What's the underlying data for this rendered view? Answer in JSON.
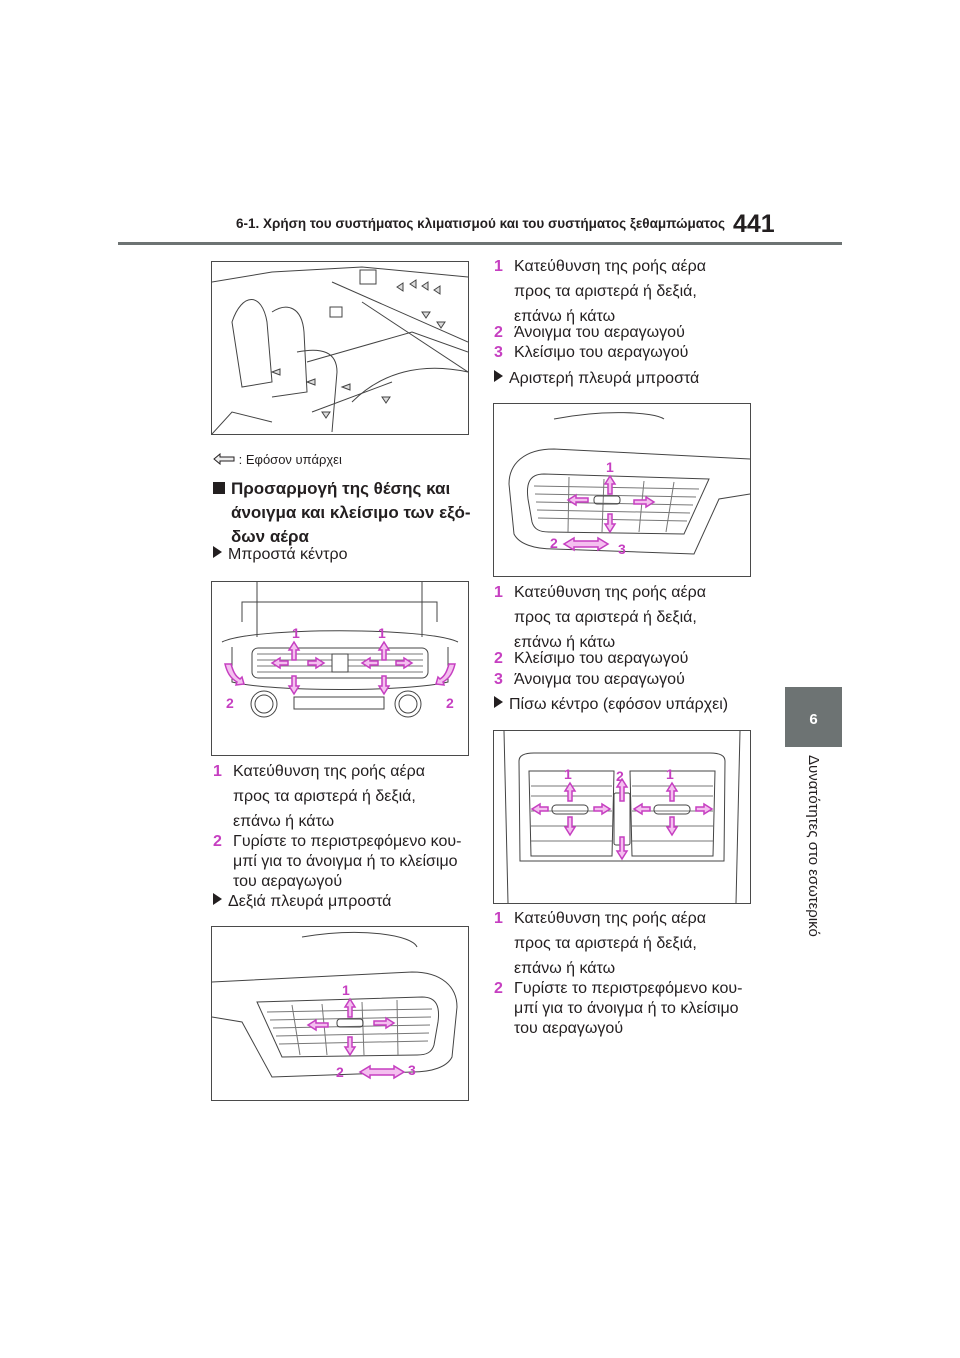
{
  "header": {
    "title": "6-1. Χρήση του συστήματος κλιματισμού και του συστήματος ξεθαμπώματος",
    "page_number": "441"
  },
  "chapter": {
    "number": "6",
    "title": "Δυνατότητες στο εσωτερικό"
  },
  "legend": {
    "text": ": Εφόσον υπάρχει"
  },
  "section": {
    "heading_lines": [
      "Προσαρμογή της θέσης και",
      "άνοιγμα και κλείσιμο των εξό-",
      "δων αέρα"
    ]
  },
  "front_center": {
    "title": "Μπροστά κέντρο",
    "callouts": [
      "1",
      "1",
      "2",
      "2"
    ],
    "items": [
      {
        "num": "1",
        "lines": [
          "Κατεύθυνση της ροής αέρα",
          "προς τα αριστερά ή δεξιά,",
          "επάνω ή κάτω"
        ]
      },
      {
        "num": "2",
        "lines": [
          "Γυρίστε το περιστρεφόμενο κου-",
          "μπί για το άνοιγμα ή το κλείσιμο",
          "του αεραγωγού"
        ]
      }
    ]
  },
  "right_front": {
    "title": "Δεξιά πλευρά μπροστά",
    "callouts": [
      "1",
      "2",
      "3"
    ]
  },
  "top_right_items": [
    {
      "num": "1",
      "lines": [
        "Κατεύθυνση της ροής αέρα",
        "προς τα αριστερά ή δεξιά,",
        "επάνω ή κάτω"
      ]
    },
    {
      "num": "2",
      "lines": [
        "Άνοιγμα του αεραγωγού"
      ]
    },
    {
      "num": "3",
      "lines": [
        "Κλείσιμο του αεραγωγού"
      ]
    }
  ],
  "left_front": {
    "title": "Αριστερή πλευρά μπροστά",
    "callouts": [
      "1",
      "2",
      "3"
    ],
    "items": [
      {
        "num": "1",
        "lines": [
          "Κατεύθυνση της ροής αέρα",
          "προς τα αριστερά ή δεξιά,",
          "επάνω ή κάτω"
        ]
      },
      {
        "num": "2",
        "lines": [
          "Κλείσιμο του αεραγωγού"
        ]
      },
      {
        "num": "3",
        "lines": [
          "Άνοιγμα του αεραγωγού"
        ]
      }
    ]
  },
  "rear_center": {
    "title": "Πίσω κέντρο (εφόσον υπάρχει)",
    "callouts": [
      "1",
      "2",
      "1"
    ],
    "items": [
      {
        "num": "1",
        "lines": [
          "Κατεύθυνση της ροής αέρα",
          "προς τα αριστερά ή δεξιά,",
          "επάνω ή κάτω"
        ]
      },
      {
        "num": "2",
        "lines": [
          "Γυρίστε το περιστρεφόμενο κου-",
          "μπί για το άνοιγμα ή το κλείσιμο",
          "του αεραγωγού"
        ]
      }
    ]
  },
  "colors": {
    "accent": "#c63fc1",
    "tab": "#6d7373",
    "arrow_fill": "#f4bfef"
  }
}
